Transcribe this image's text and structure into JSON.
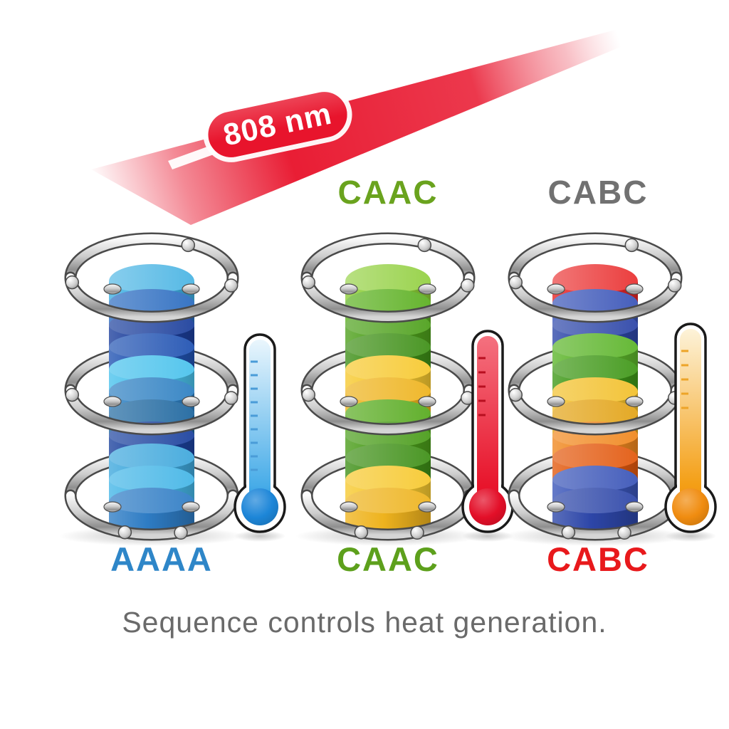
{
  "laser": {
    "label": "808 nm",
    "beam_color": "#e8142c",
    "badge_color": "#e8142c",
    "badge_text_color": "#ffffff"
  },
  "caption": {
    "text": "Sequence controls heat generation.",
    "color": "#6a6a6a"
  },
  "columns": [
    {
      "sequence": "AAAA",
      "bottom_label": {
        "text": "AAAA",
        "color": "#2e86c8"
      },
      "disc_colors": [
        "#3fb0e2",
        "#2b6cc0",
        "#1c3f9c",
        "#2153b2",
        "#4ac2ec",
        "#2f80c2",
        "#1f679f",
        "#1c429e",
        "#3fa8dc",
        "#45b6e6",
        "#2e7cc4"
      ],
      "thermometer": {
        "tube_top_color": "#eaf6fd",
        "tube_bottom_color": "#47ace8",
        "bulb_color": "#1d86d8",
        "tick_color": "#4a9cd8",
        "tick_count": 9
      }
    },
    {
      "sequence": "CAAC",
      "top_label": {
        "text": "CAAC",
        "color": "#6aa31e"
      },
      "bottom_label": {
        "text": "CAAC",
        "color": "#5da01c"
      },
      "disc_colors": [
        "#8ccd36",
        "#5cb022",
        "#4ea01c",
        "#3f9018",
        "#f6c930",
        "#eeb31e",
        "#58ab20",
        "#4a9c1a",
        "#3f9018",
        "#f6c930",
        "#eeb31e"
      ],
      "thermometer": {
        "tube_top_color": "#f4717f",
        "tube_bottom_color": "#e8152c",
        "bulb_color": "#e30f28",
        "tick_color": "#b80f20",
        "tick_count": 5
      }
    },
    {
      "sequence": "CABC",
      "top_label": {
        "text": "CABC",
        "color": "#717171"
      },
      "bottom_label": {
        "text": "CABC",
        "color": "#e8191c"
      },
      "disc_colors": [
        "#e82424",
        "#3a55b8",
        "#2d46a8",
        "#5cb42a",
        "#3f9818",
        "#f2c02c",
        "#e2a418",
        "#f08820",
        "#e2590f",
        "#3a55b8",
        "#2d46a8"
      ],
      "thermometer": {
        "tube_top_color": "#fdf3d9",
        "tube_bottom_color": "#f49f16",
        "bulb_color": "#f08c10",
        "tick_color": "#eda428",
        "tick_count": 5
      }
    }
  ]
}
